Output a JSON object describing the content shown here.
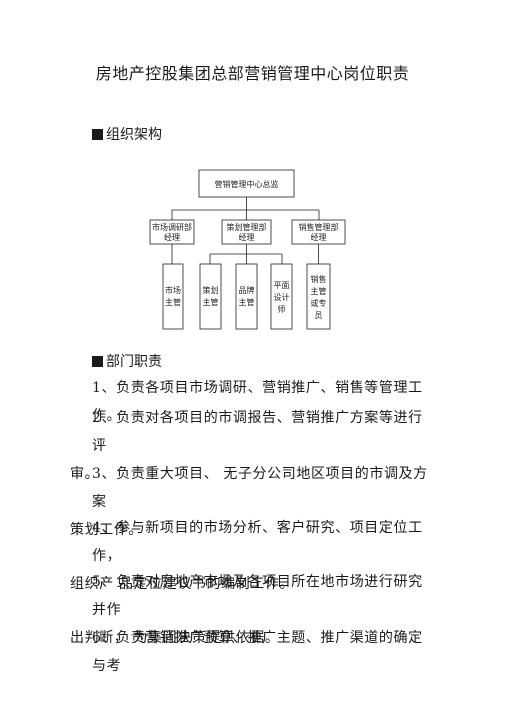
{
  "title": "房地产控股集团总部营销管理中心岗位职责",
  "sections": {
    "org_heading": "组织架构",
    "dept_heading": "部门职责"
  },
  "org_chart": {
    "root": "营销管理中心总监",
    "level1": [
      [
        "市场调研部",
        "经理"
      ],
      [
        "策划管理部",
        "经理"
      ],
      [
        "销售管理部",
        "经理"
      ]
    ],
    "level2": [
      [
        "市场",
        "主管"
      ],
      [
        "策划",
        "主管"
      ],
      [
        "品牌",
        "主管"
      ],
      [
        "平面",
        "设计",
        "师"
      ],
      [
        "销售",
        "主管",
        "或专",
        "员"
      ]
    ]
  },
  "duties": [
    {
      "l1": "1、负责各项目市场调研、营销推广、销售等管理工作。",
      "l2": ""
    },
    {
      "l1": "2、负责对各项目的市调报告、营销推广方案等进行评",
      "l2": "审。"
    },
    {
      "l1": "3、负责重大项目、 无子分公司地区项目的市调及方案",
      "l2": "策划工作。"
    },
    {
      "l1": "4、参与新项目的市场分析、客户研究、项目定位工作，",
      "l2": "组织产 品定位建议书的编制工作。"
    },
    {
      "l1": "5、负责对房地产市场及各项目所在地市场进行研究并作",
      "l2": "出判断， 为集团决策提供依据。"
    },
    {
      "l1": "6、负责营销推广预算、推广主题、推广渠道的确定与考",
      "l2": ""
    }
  ]
}
